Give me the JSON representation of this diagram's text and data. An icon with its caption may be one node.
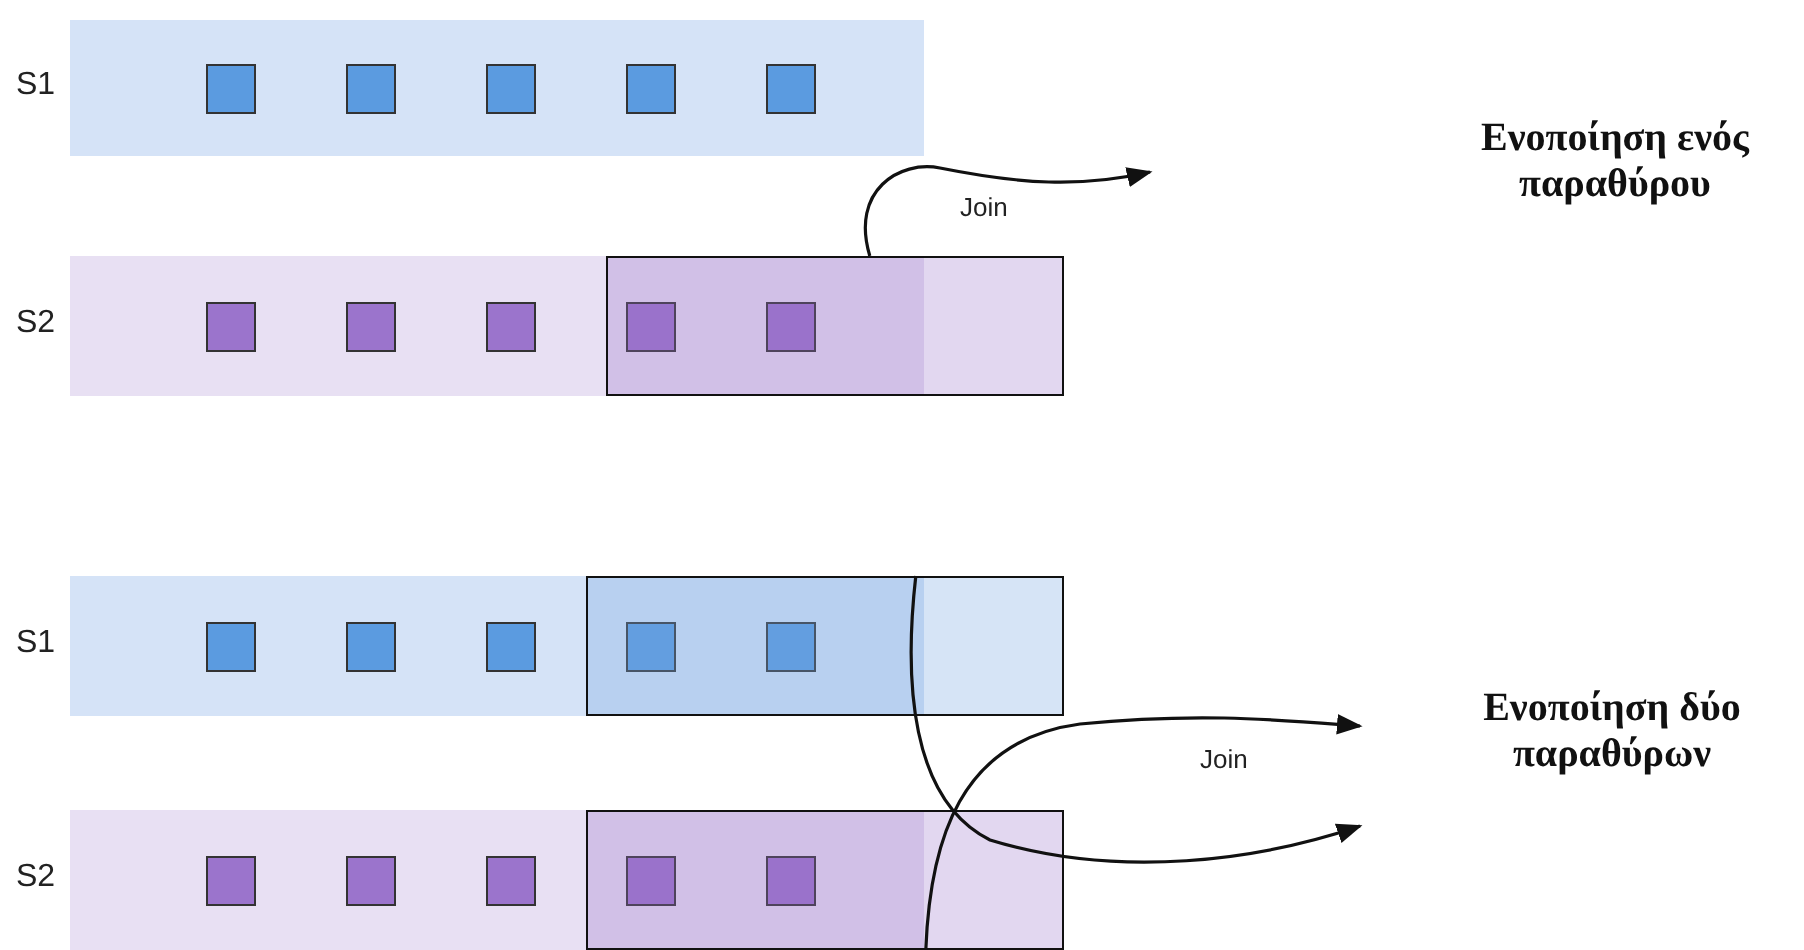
{
  "diagram": {
    "nodes": [
      {
        "text": [
          "S1"
        ]
      },
      {
        "text": [],
        "shape": "box",
        "in": 0
      },
      {
        "text": [],
        "shape": "box",
        "in": 0
      },
      {
        "text": [],
        "shape": "box",
        "in": 0
      },
      {
        "text": [],
        "shape": "box",
        "in": 0
      },
      {
        "text": [],
        "shape": "box",
        "in": 0
      },
      {
        "text": [
          "S2"
        ]
      },
      {
        "text": [],
        "shape": "box",
        "in": 6
      },
      {
        "text": [],
        "shape": "box",
        "in": 6
      },
      {
        "text": [],
        "shape": "box",
        "in": 6
      },
      {
        "text": [],
        "shape": "box"
      },
      {
        "text": [],
        "shape": "box"
      },
      {
        "text": [],
        "shape": "box"
      },
      {
        "text": [
          "S1"
        ]
      },
      {
        "text": [],
        "shape": "box",
        "in": 13
      },
      {
        "text": [],
        "shape": "box",
        "in": 13
      },
      {
        "text": [],
        "shape": "box",
        "in": 13
      },
      {
        "text": [],
        "shape": "box"
      },
      {
        "text": [],
        "shape": "box"
      },
      {
        "text": [],
        "shape": "box"
      },
      {
        "text": [
          "S2"
        ]
      },
      {
        "text": [],
        "shape": "box",
        "in": 20
      },
      {
        "text": [],
        "shape": "box",
        "in": 20
      },
      {
        "text": [],
        "shape": "box",
        "in": 20
      },
      {
        "text": [],
        "shape": "box"
      },
      {
        "text": [],
        "shape": "box"
      },
      {
        "text": [],
        "shape": "box"
      }
    ],
    "edges": [
      {
        "from": 12,
        "to": null,
        "arrow": "to",
        "label": "Join"
      },
      {
        "from": 19,
        "to": null,
        "arrow": "to",
        "label": "Join"
      },
      {
        "from": 26,
        "to": null,
        "arrow": "to"
      }
    ],
    "labels": [
      "Ενοποίηση ενός παραθύρου",
      "Ενοποίηση δύο παραθύρων"
    ]
  }
}
